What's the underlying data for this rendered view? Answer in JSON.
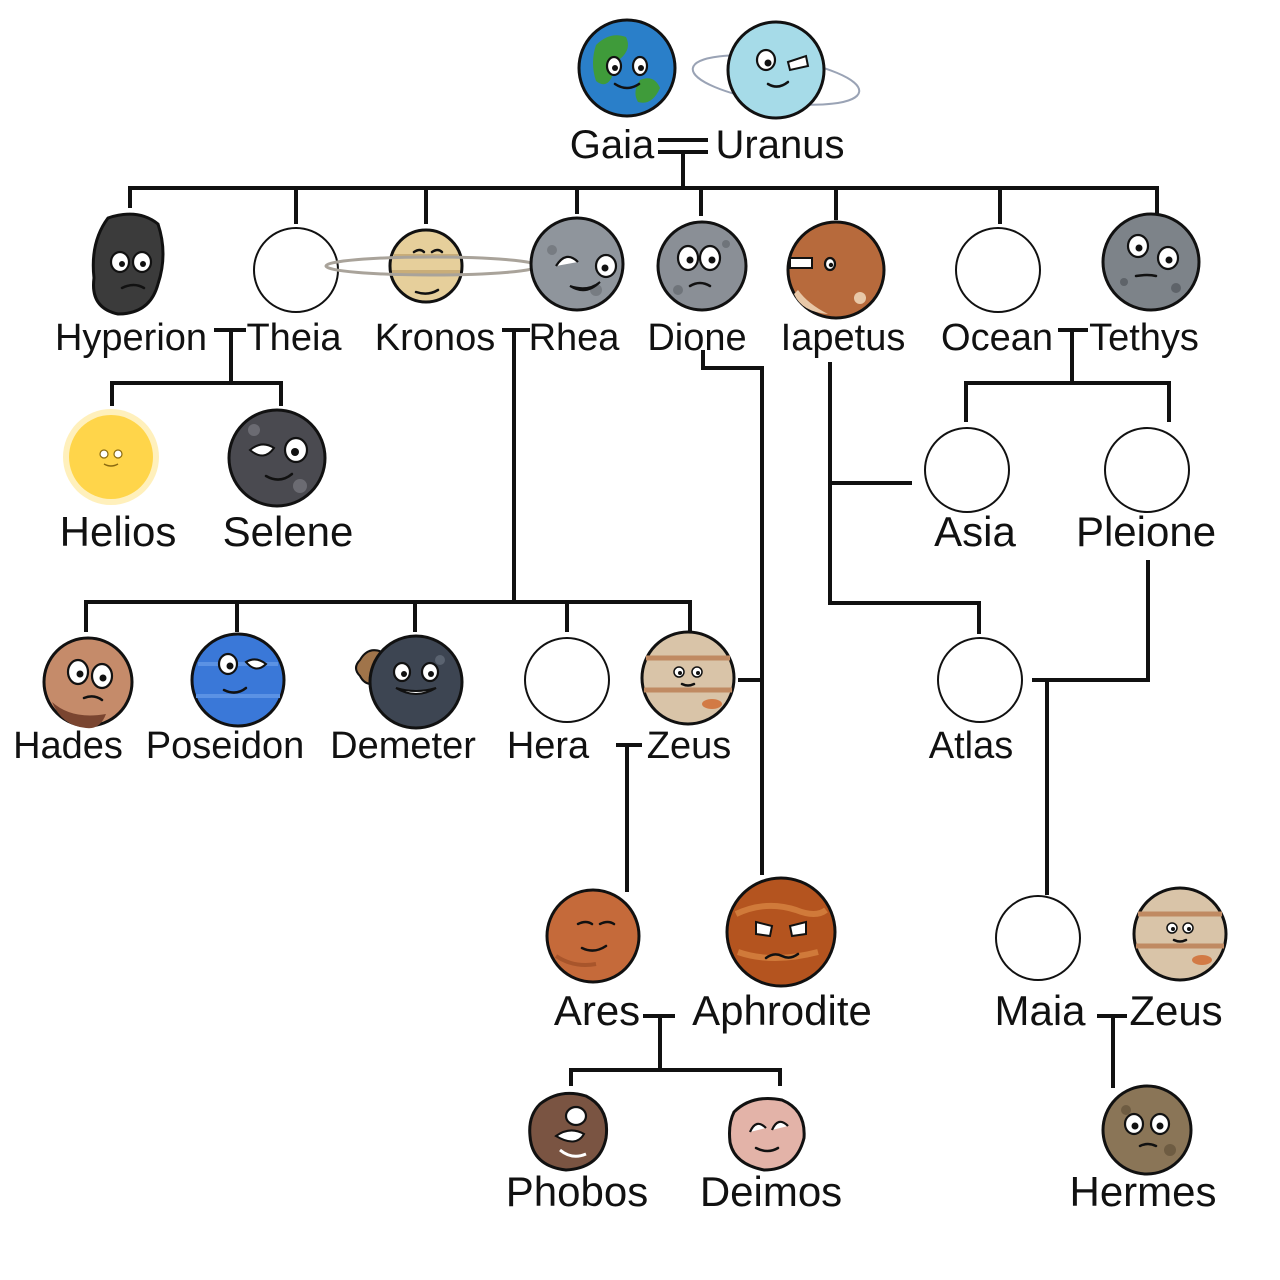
{
  "diagram": {
    "people": {
      "gaia": {
        "name": "Gaia",
        "icon": "earth-icon",
        "color": "#2a7fc9"
      },
      "uranus": {
        "name": "Uranus",
        "icon": "uranus-planet-icon",
        "color": "#a6dbe8"
      },
      "hyperion": {
        "name": "Hyperion",
        "icon": "hyperion-moon-icon",
        "color": "#3b3b3b"
      },
      "theia": {
        "name": "Theia",
        "icon": "blank-circle-icon",
        "color": "#ffffff"
      },
      "kronos": {
        "name": "Kronos",
        "icon": "saturn-planet-icon",
        "color": "#e6cf9b"
      },
      "rhea": {
        "name": "Rhea",
        "icon": "rhea-moon-icon",
        "color": "#8f959c"
      },
      "dione": {
        "name": "Dione",
        "icon": "dione-moon-icon",
        "color": "#8a8f96"
      },
      "iapetus": {
        "name": "Iapetus",
        "icon": "iapetus-moon-icon",
        "color": "#b76a3c"
      },
      "ocean": {
        "name": "Ocean",
        "icon": "blank-circle-icon",
        "color": "#ffffff"
      },
      "tethys": {
        "name": "Tethys",
        "icon": "tethys-moon-icon",
        "color": "#7d8389"
      },
      "helios": {
        "name": "Helios",
        "icon": "sun-icon",
        "color": "#ffd54a"
      },
      "selene": {
        "name": "Selene",
        "icon": "moon-icon",
        "color": "#4a4a50"
      },
      "asia": {
        "name": "Asia",
        "icon": "blank-circle-icon",
        "color": "#ffffff"
      },
      "pleione": {
        "name": "Pleione",
        "icon": "blank-circle-icon",
        "color": "#ffffff"
      },
      "hades": {
        "name": "Hades",
        "icon": "pluto-planet-icon",
        "color": "#c58b6a"
      },
      "poseidon": {
        "name": "Poseidon",
        "icon": "neptune-planet-icon",
        "color": "#3a78d8"
      },
      "demeter": {
        "name": "Demeter",
        "icon": "ceres-dwarf-planet-icon",
        "color": "#3d4552"
      },
      "hera": {
        "name": "Hera",
        "icon": "blank-circle-icon",
        "color": "#ffffff"
      },
      "zeus": {
        "name": "Zeus",
        "icon": "jupiter-planet-icon",
        "color": "#d9c4a8"
      },
      "atlas": {
        "name": "Atlas",
        "icon": "blank-circle-icon",
        "color": "#ffffff"
      },
      "ares": {
        "name": "Ares",
        "icon": "mars-planet-icon",
        "color": "#c56a3a"
      },
      "aphrodite": {
        "name": "Aphrodite",
        "icon": "venus-planet-icon",
        "color": "#b4541f"
      },
      "maia": {
        "name": "Maia",
        "icon": "blank-circle-icon",
        "color": "#ffffff"
      },
      "zeus2": {
        "name": "Zeus",
        "icon": "jupiter-planet-icon",
        "color": "#d9c4a8"
      },
      "phobos": {
        "name": "Phobos",
        "icon": "phobos-moon-icon",
        "color": "#7a5442"
      },
      "deimos": {
        "name": "Deimos",
        "icon": "deimos-moon-icon",
        "color": "#e3b3a8"
      },
      "hermes": {
        "name": "Hermes",
        "icon": "mercury-planet-icon",
        "color": "#8a7557"
      }
    }
  }
}
